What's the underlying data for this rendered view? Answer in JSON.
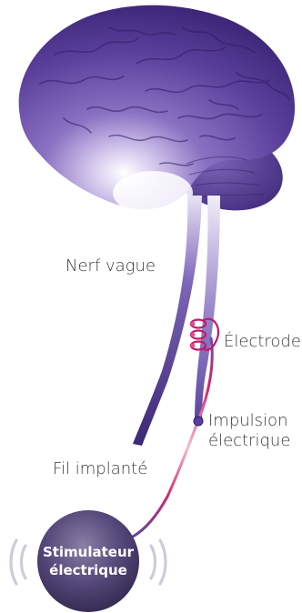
{
  "labels": {
    "vagus_nerve": "Nerf vague",
    "electrode": "Électrode",
    "impulse_line1": "Impulsion",
    "impulse_line2": "électrique",
    "implanted_wire": "Fil implanté",
    "stimulator_line1": "Stimulateur",
    "stimulator_line2": "électrique"
  },
  "colors": {
    "brain": "#5a3f9a",
    "brain_dark": "#3b2576",
    "nerve": "#4e3a95",
    "wire": "#d2276c",
    "electrode": "#c2186a",
    "stimulator": "#3f325f",
    "label_text": "#3a3a3a"
  }
}
